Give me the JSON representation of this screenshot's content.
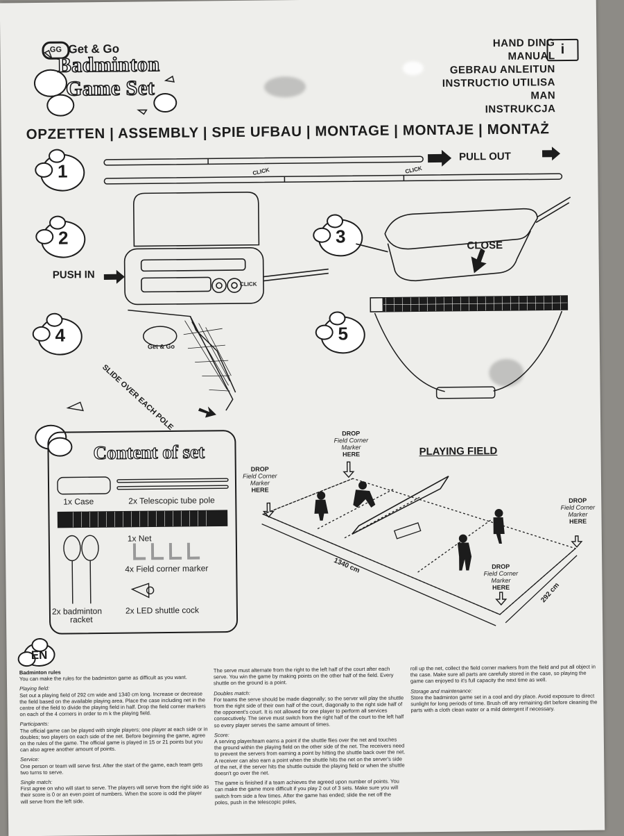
{
  "logo": {
    "brand": "Get & Go",
    "go_mark": "GG",
    "line1": "Badminton",
    "line2": "Game Set"
  },
  "manual_titles": [
    "HAND  DING",
    "MANUAL",
    "GEBRAU   ANLEITUN",
    "INSTRUCTIO   UTILISA",
    "MAN",
    "INSTRUKCJA"
  ],
  "book_icon": "i",
  "assembly_heading": "OPZETTEN | ASSEMBLY | SPIE  UFBAU | MONTAGE | MONTAJE | MONTAŻ",
  "steps": {
    "s1": "1",
    "s2": "2",
    "s3": "3",
    "s4": "4",
    "s5": "5",
    "pull_out": "PULL OUT",
    "click": "CLICK",
    "push_in": "PUSH IN",
    "close": "CLOSE",
    "slide": "SLIDE OVER EACH POLE",
    "net_brand": "Get & Go"
  },
  "content_of_set": {
    "title": "Content of set",
    "items": [
      "1x Case",
      "2x Telescopic tube pole",
      "1x Net",
      "4x Field corner marker",
      "2x badminton",
      "racket",
      "2x LED shuttle cock"
    ]
  },
  "playing_field": {
    "title": "PLAYING FIELD",
    "drop": "DROP",
    "marker_text": "Field Corner",
    "marker_text2": "Marker",
    "here": "HERE",
    "length": "1340 cm",
    "width": "292 cm"
  },
  "language": "EN",
  "rules": {
    "col1": [
      {
        "t": "hb",
        "s": "Badminton rules"
      },
      {
        "t": "p",
        "s": "You can make the rules for the badminton game as difficult as you want."
      },
      {
        "t": "h",
        "s": "Playing field:"
      },
      {
        "t": "p",
        "s": "Set out a playing field of 292 cm wide and 1340 cm long. Increase or decrease the field based on the available playing area. Place the case including net in the centre of the field to divide the playing field in half. Drop the field corner markers on each of the 4 corners in order to m  k the playing field."
      },
      {
        "t": "h",
        "s": "Participants:"
      },
      {
        "t": "p",
        "s": "The official game can be played with single players; one player at each side or in doubles; two players on each side of the net. Before beginning the game, agree on the rules of the game. The official game is played in 15 or 21 points but you can also agree another amount of points."
      },
      {
        "t": "h",
        "s": "Service:"
      },
      {
        "t": "p",
        "s": "One person or team will serve first. After the start of the game, each team gets two turns to serve."
      },
      {
        "t": "h",
        "s": "Single match:"
      },
      {
        "t": "p",
        "s": "First agree on who will start to serve. The players will serve from the right side as their score is 0 or an even point of numbers. When the score is odd the player will serve from the left side."
      }
    ],
    "col2": [
      {
        "t": "p",
        "s": "The serve must alternate from the right to the left half of the court after each serve. You win the game by making points on the other half of the field. Every shuttle on the ground is a point."
      },
      {
        "t": "h",
        "s": "Doubles match:"
      },
      {
        "t": "p",
        "s": "For teams the serve should be made diagonally; so the server will play the shuttle from the right side of their own half of the court, diagonally to the right side half of the opponent's court. It is not allowed for one player to perform all services consecutively. The serve must switch from the right half of the court to the left half so every player serves the same amount of times."
      },
      {
        "t": "h",
        "s": "Score:"
      },
      {
        "t": "p",
        "s": "A serving player/team earns a point if the shuttle flies over the net and touches the ground within the playing field on the other side of the net. The receivers need to prevent the servers from earning a point by hitting the shuttle back over the net. A receiver can also earn a point when the shuttle hits the net on the server's side of the net, if the server hits the shuttle outside the playing field or when the shuttle doesn't go over the net."
      },
      {
        "t": "p",
        "s": "The game is finished if a team achieves the agreed upon number of points. You can make the game more difficult if you play 2 out of 3 sets. Make sure you will switch from side a few times. After the game has ended; slide the net off the poles, push in the telescopic poles,"
      }
    ],
    "col3": [
      {
        "t": "p",
        "s": "roll up the net, collect the field corner markers from the field and put all object in the case. Make sure all parts are carefully stored in the case, so playing the game can enjoyed to it's full capacity the next time as well."
      },
      {
        "t": "h",
        "s": "Storage and maintenance:"
      },
      {
        "t": "p",
        "s": "Store the badminton game set in a cool and dry place. Avoid exposure to direct sunlight for long periods of time. Brush off any remaining dirt before cleaning the parts with a cloth clean water or a mild detergent if necessary."
      }
    ]
  }
}
